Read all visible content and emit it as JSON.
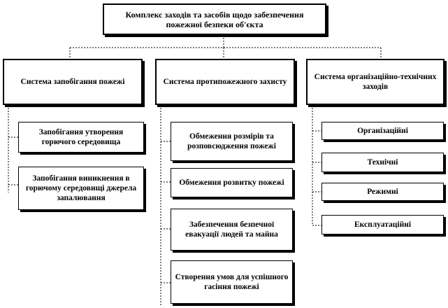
{
  "root": {
    "title": "Комплекс заходів та засобів щодо забезпечення пожежної безпеки об'єкта"
  },
  "columns": [
    {
      "title": "Система запобігання пожежі",
      "items": [
        "Запобігання утворення горючого середовища",
        "Запобігання виникнення в горючому середовищі джерела запалювання"
      ]
    },
    {
      "title": "Система протипожежного захисту",
      "items": [
        "Обмеження розмірів та розповсюдження пожежі",
        "Обмеження розвитку пожежі",
        "Забезпечення безпечної евакуації людей та майна",
        "Створення умов для успішного гасіння пожежі"
      ]
    },
    {
      "title": "Система організаційно-технічних заходів",
      "items": [
        "Організаційні",
        "Технічні",
        "Режимні",
        "Експлуатаційні"
      ]
    }
  ]
}
